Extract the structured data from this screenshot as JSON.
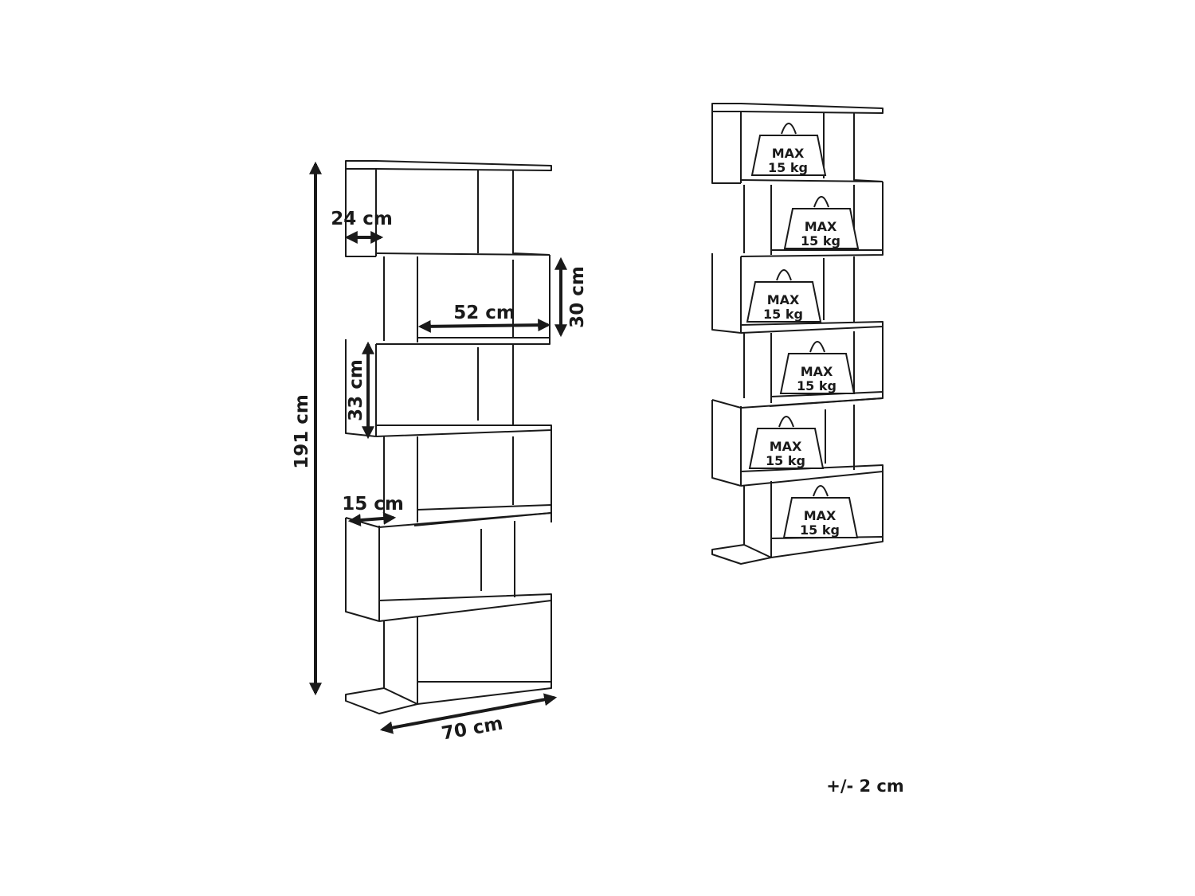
{
  "dimensions": {
    "height": "191 cm",
    "depth": "24 cm",
    "shelf_height_upper": "30 cm",
    "shelf_width": "52 cm",
    "shelf_height_lower": "33 cm",
    "offset": "15 cm",
    "width": "70 cm"
  },
  "load_label": {
    "line1": "MAX",
    "line2": "15 kg"
  },
  "tolerance": "+/- 2 cm"
}
